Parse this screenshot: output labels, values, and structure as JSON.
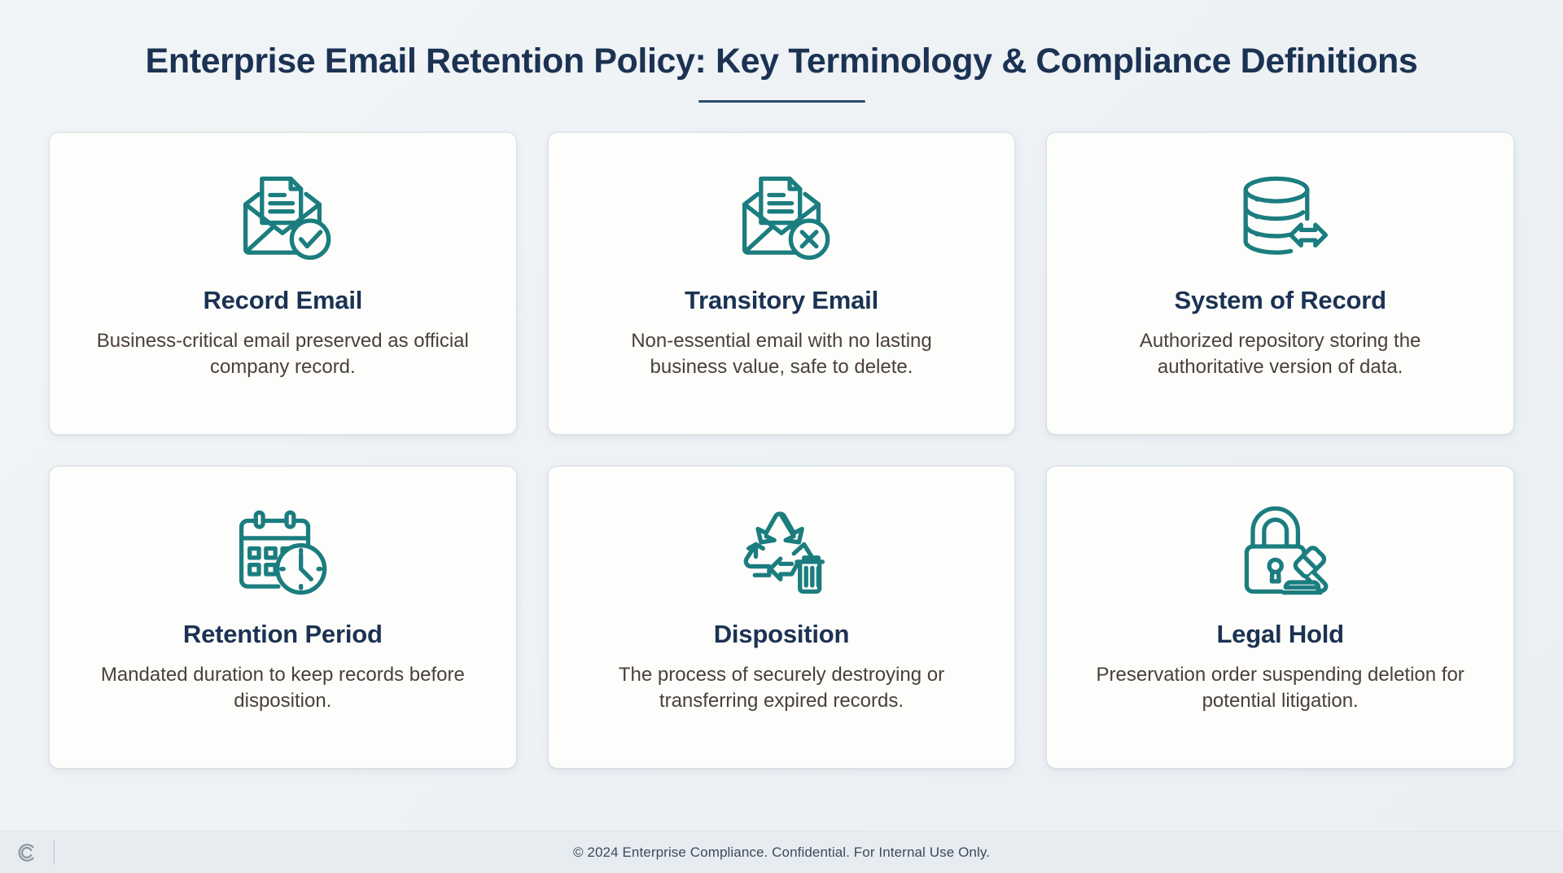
{
  "header": {
    "title": "Enterprise Email Retention Policy: Key Terminology & Compliance Definitions"
  },
  "colors": {
    "title_navy": "#1b3253",
    "icon_teal": "#1b7d7f",
    "body_text": "#4a403a",
    "card_background": "#fdfdfb",
    "page_background": "#eef2f5",
    "footer_background": "#e7ecf1",
    "accent_rule": "#2c4a70"
  },
  "cards": [
    {
      "icon": "envelope-document-check-icon",
      "title": "Record Email",
      "description": "Business-critical email preserved as official company record."
    },
    {
      "icon": "envelope-document-x-icon",
      "title": "Transitory Email",
      "description": "Non-essential email with no lasting business value, safe to delete."
    },
    {
      "icon": "database-transfer-icon",
      "title": "System of Record",
      "description": "Authorized repository storing the authoritative version of data."
    },
    {
      "icon": "calendar-clock-icon",
      "title": "Retention Period",
      "description": "Mandated duration to keep records before disposition."
    },
    {
      "icon": "recycle-trash-icon",
      "title": "Disposition",
      "description": "The process of securely destroying or transferring expired records."
    },
    {
      "icon": "padlock-gavel-icon",
      "title": "Legal Hold",
      "description": "Preservation order suspending deletion for potential litigation."
    }
  ],
  "footer": {
    "copyright": "© 2024 Enterprise Compliance. Confidential. For Internal Use Only.",
    "logo": "c-monogram-logo"
  }
}
